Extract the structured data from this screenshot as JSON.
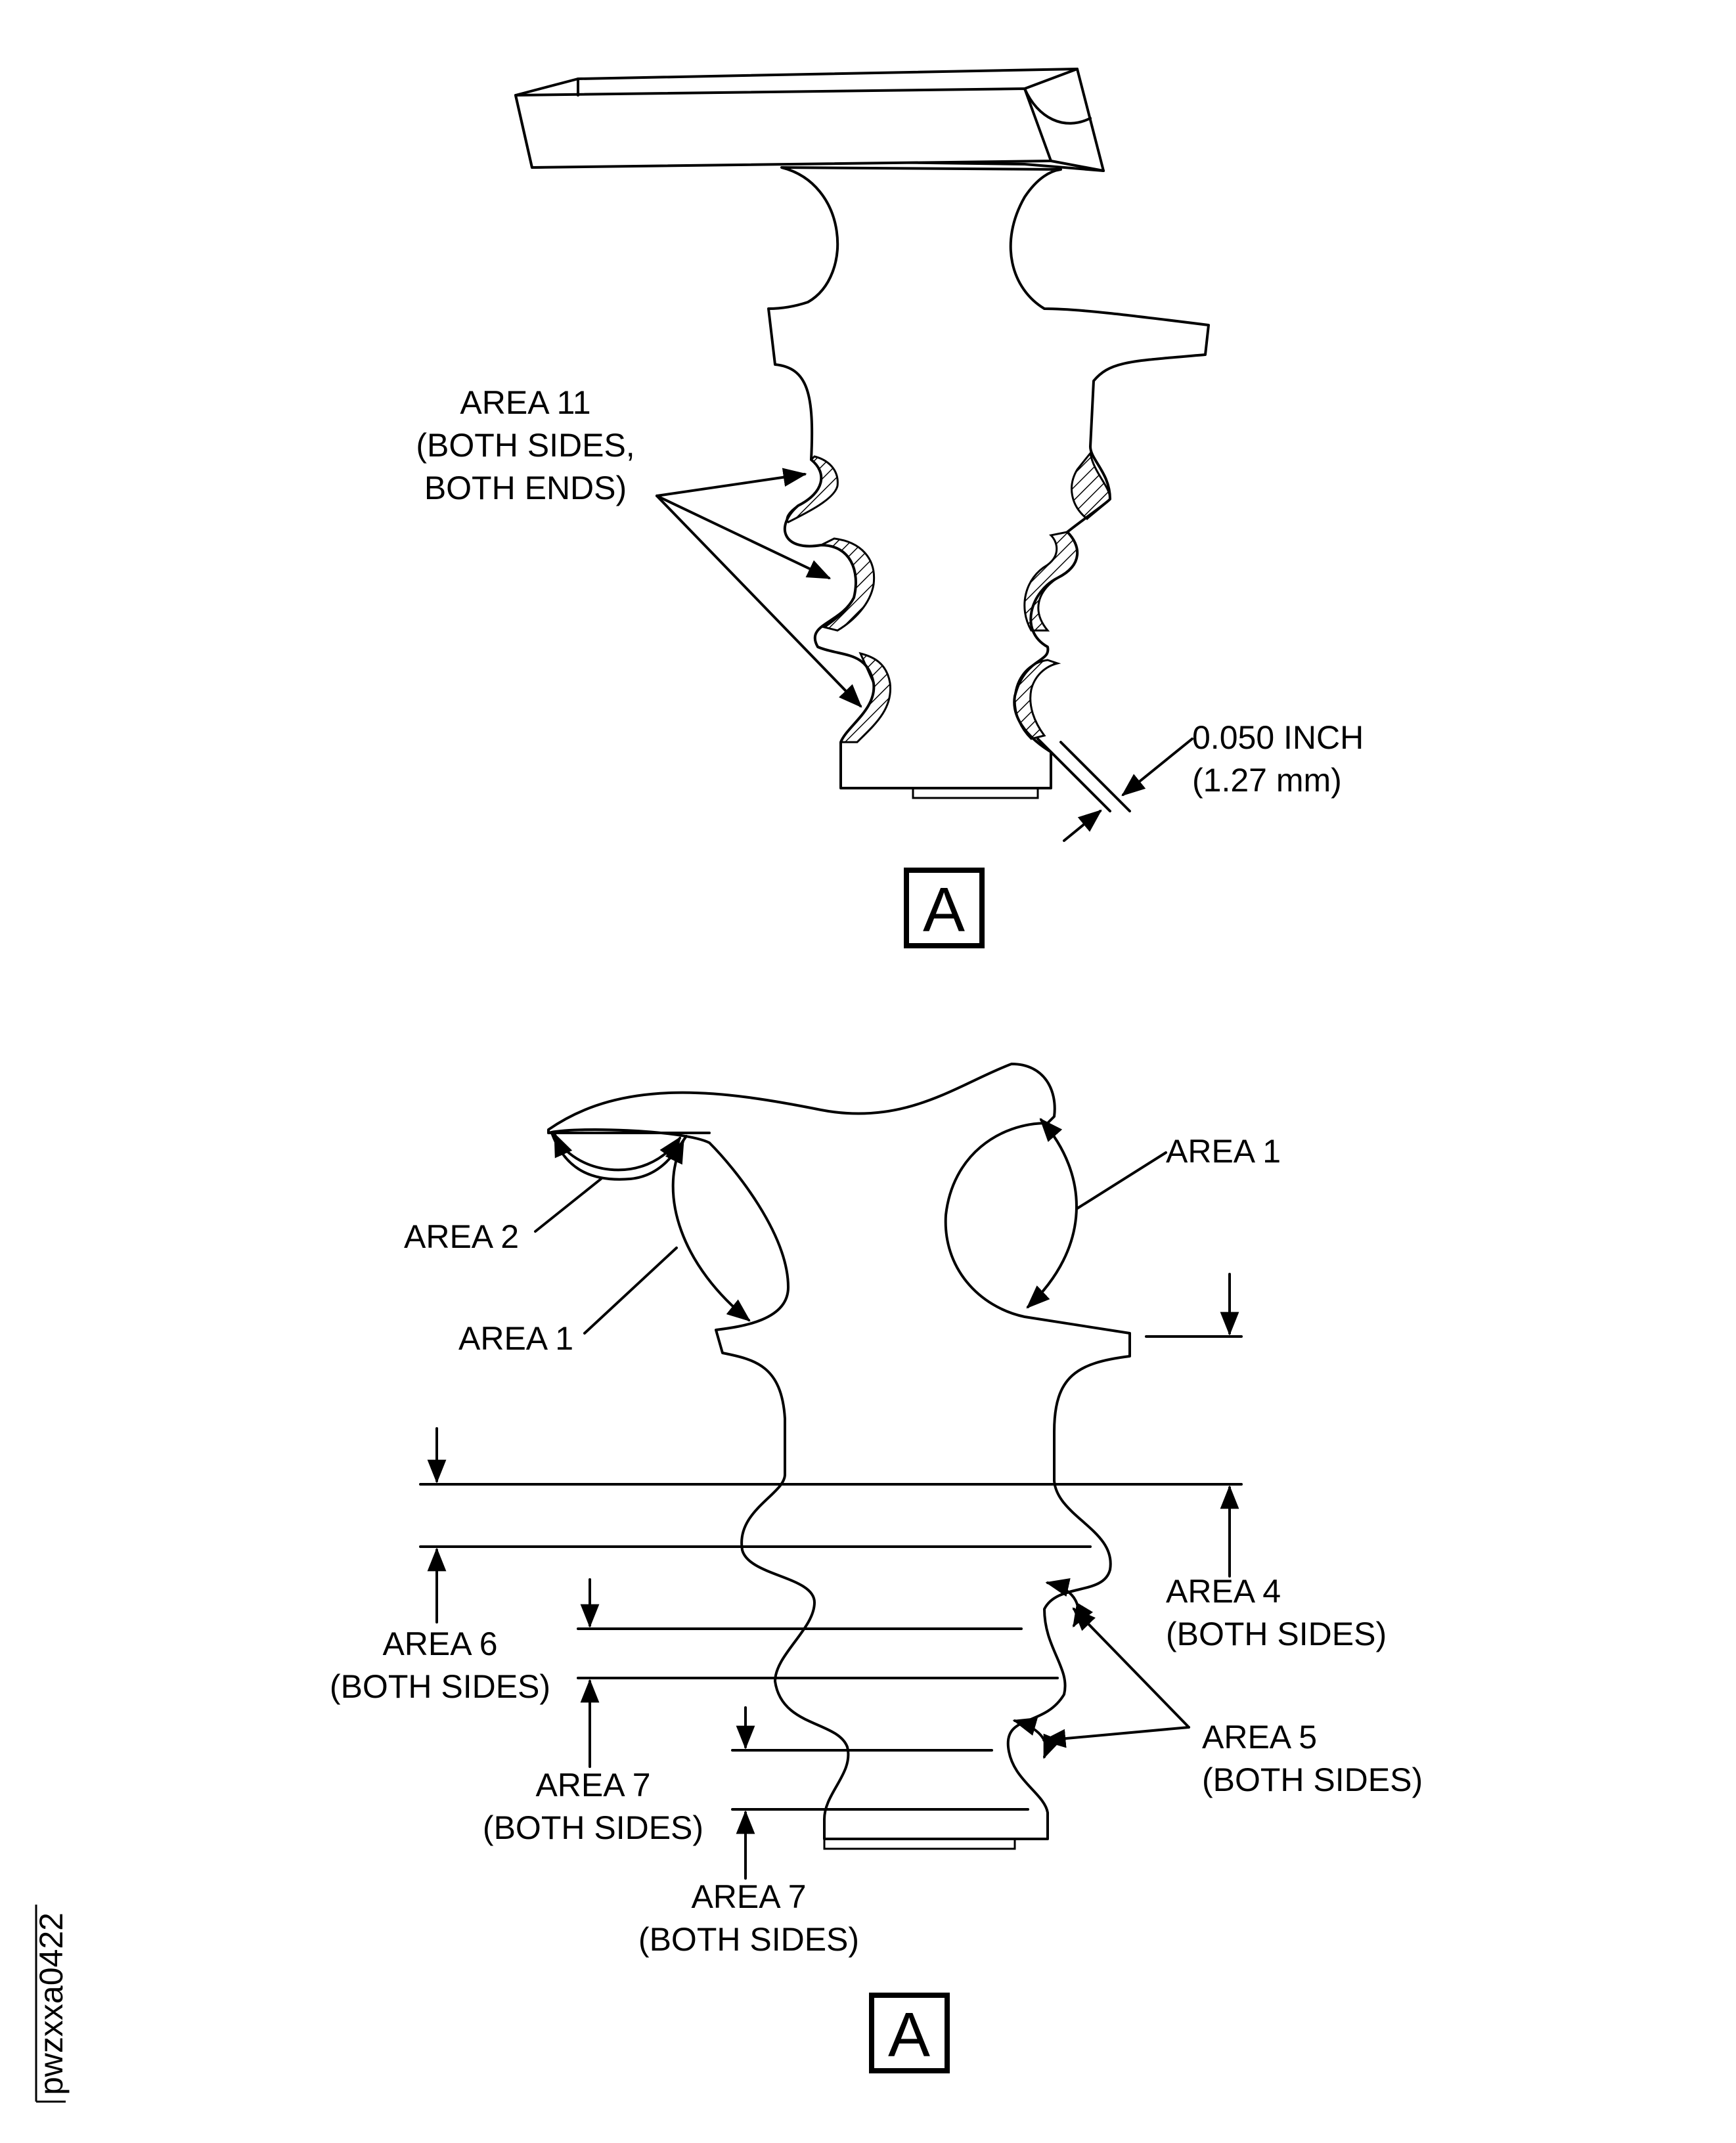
{
  "view_top": {
    "area11_label": [
      "AREA 11",
      "(BOTH SIDES,",
      "BOTH ENDS)"
    ],
    "dimension_label": [
      "0.050 INCH",
      "(1.27 mm)"
    ],
    "view_letter": "A"
  },
  "view_bottom": {
    "area1_right_label": "AREA 1",
    "area2_label": "AREA 2",
    "area1_left_label": "AREA 1",
    "area4_label": [
      "AREA 4",
      "(BOTH SIDES)"
    ],
    "area6_label": [
      "AREA 6",
      "(BOTH SIDES)"
    ],
    "area7_upper_label": [
      "AREA 7",
      "(BOTH SIDES)"
    ],
    "area5_label": [
      "AREA 5",
      "(BOTH SIDES)"
    ],
    "area7_lower_label": [
      "AREA 7",
      "(BOTH SIDES)"
    ],
    "view_letter": "A"
  },
  "figure_code": "pwzxxa0422"
}
